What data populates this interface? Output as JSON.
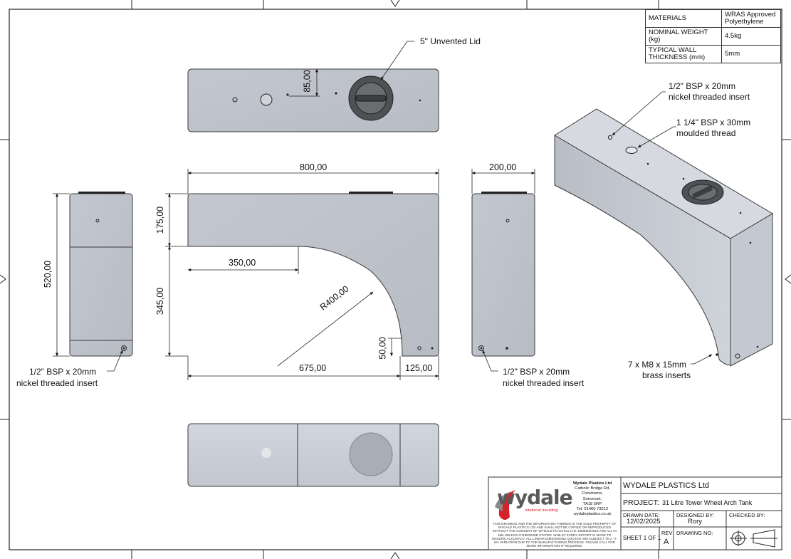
{
  "materials_table": {
    "rows": [
      {
        "label": "MATERIALS",
        "value": "WRAS Approved Polyethylene"
      },
      {
        "label": "NOMINAL WEIGHT (kg)",
        "value": "4.5kg"
      },
      {
        "label": "TYPICAL WALL THICKNESS (mm)",
        "value": "5mm"
      }
    ]
  },
  "callouts": {
    "lid": "5\" Unvented Lid",
    "insert_top_1": "1/2\" BSP x 20mm",
    "insert_top_2": "nickel threaded insert",
    "moulded_1": "1 1/4\" BSP x 30mm",
    "moulded_2": "moulded thread",
    "brass_1": "7 x M8 x 15mm",
    "brass_2": "brass inserts",
    "left_insert_1": "1/2\" BSP x 20mm",
    "left_insert_2": "nickel threaded insert",
    "right_insert_1": "1/2\" BSP x 20mm",
    "right_insert_2": "nickel threaded insert"
  },
  "dimensions": {
    "d85": "85,00",
    "d800": "800,00",
    "d200": "200,00",
    "d175": "175,00",
    "d350": "350,00",
    "d345": "345,00",
    "d520": "520,00",
    "r400": "R400,00",
    "d675": "675,00",
    "d50": "50,00",
    "d125": "125,00"
  },
  "title_block": {
    "company_name": "Wydale Plastics Ltd",
    "address": [
      "Catholic Bridge Rd,",
      "Crowborne,",
      "Somerset,",
      "TA18 5RP"
    ],
    "tel": "Tel: 01460 73212",
    "web": "wydaleplastics.co.uk",
    "logo_text": "wydale",
    "logo_sub": "rotational moulding",
    "disclaimer": "THIS DRAWING AND THE INFORMATION THEREIN IS THE SOLE PROPERTY OF WYDALE PLASTICS LTD AND SHALL NOT BE COPIED OR REPRODUCED WITHOUT THE CONSENT OF WYDALE PLASTICS LTD. DIMENSIONS ARE ALL IN MM UNLESS OTHERWISE STATED. WHILST EVERY EFFORT IS MADE TO ENSURE ACCURACY, ALL LINEAR DIMENSIONS QUOTED ARE SUBJECT TO A +/- 5% VARIATION DUE TO THE MANUFACTURING PROCESS. PLEASE CALL FOR MORE INFORMATION IF REQUIRED.",
    "company": "WYDALE PLASTICS Ltd",
    "project_label": "PROJECT:",
    "project_value": "31 Litre Tower Wheel Arch Tank",
    "drawn_date_label": "DRAWN DATE:",
    "drawn_date": "12/02/2025",
    "designed_by_label": "DESIGNED BY:",
    "designed_by": "Rory",
    "checked_by_label": "CHECKED BY:",
    "checked_by": "",
    "sheet": "SHEET 1 OF 1",
    "rev_label": "REV",
    "rev": "A",
    "drawing_no_label": "DRAWING NO:",
    "drawing_no": ""
  },
  "colors": {
    "tank_fill": "#c5c8cf",
    "tank_stroke": "#3a3a3a",
    "logo_red": "#d2232a",
    "logo_grey": "#5a5a5a"
  }
}
